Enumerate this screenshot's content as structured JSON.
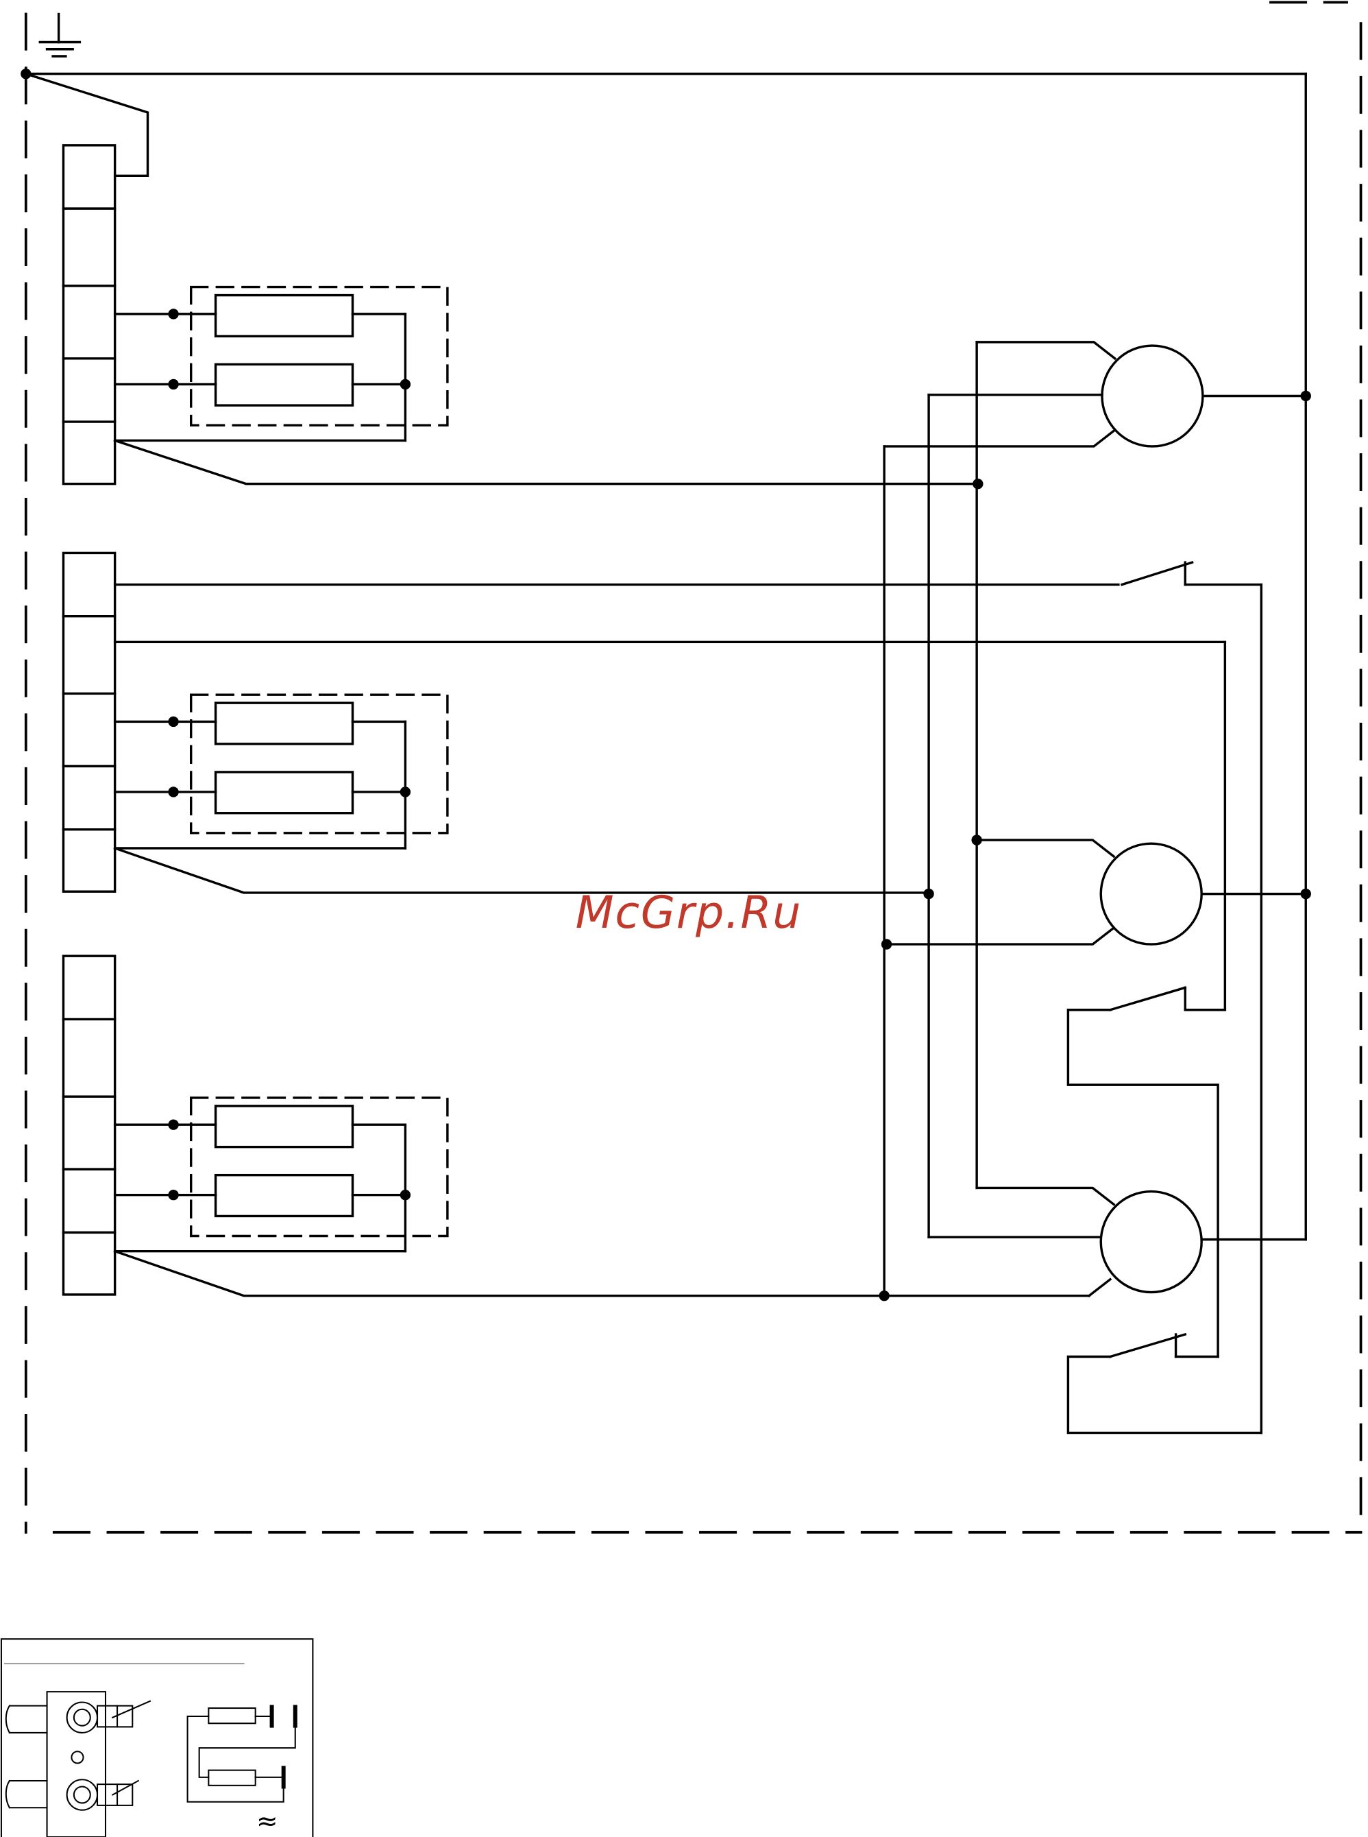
{
  "watermark": "McGrp.Ru",
  "inset": {
    "symbol": "≈"
  },
  "colors": {
    "line": "#000000",
    "watermark": "#c0392b",
    "background": "#ffffff"
  },
  "icons": {
    "ground": "ground-symbol",
    "resistor": "resistor-rectangle",
    "motor": "motor-circle",
    "switch": "switch-contact",
    "terminal_block": "terminal-block",
    "junction": "junction-dot"
  }
}
